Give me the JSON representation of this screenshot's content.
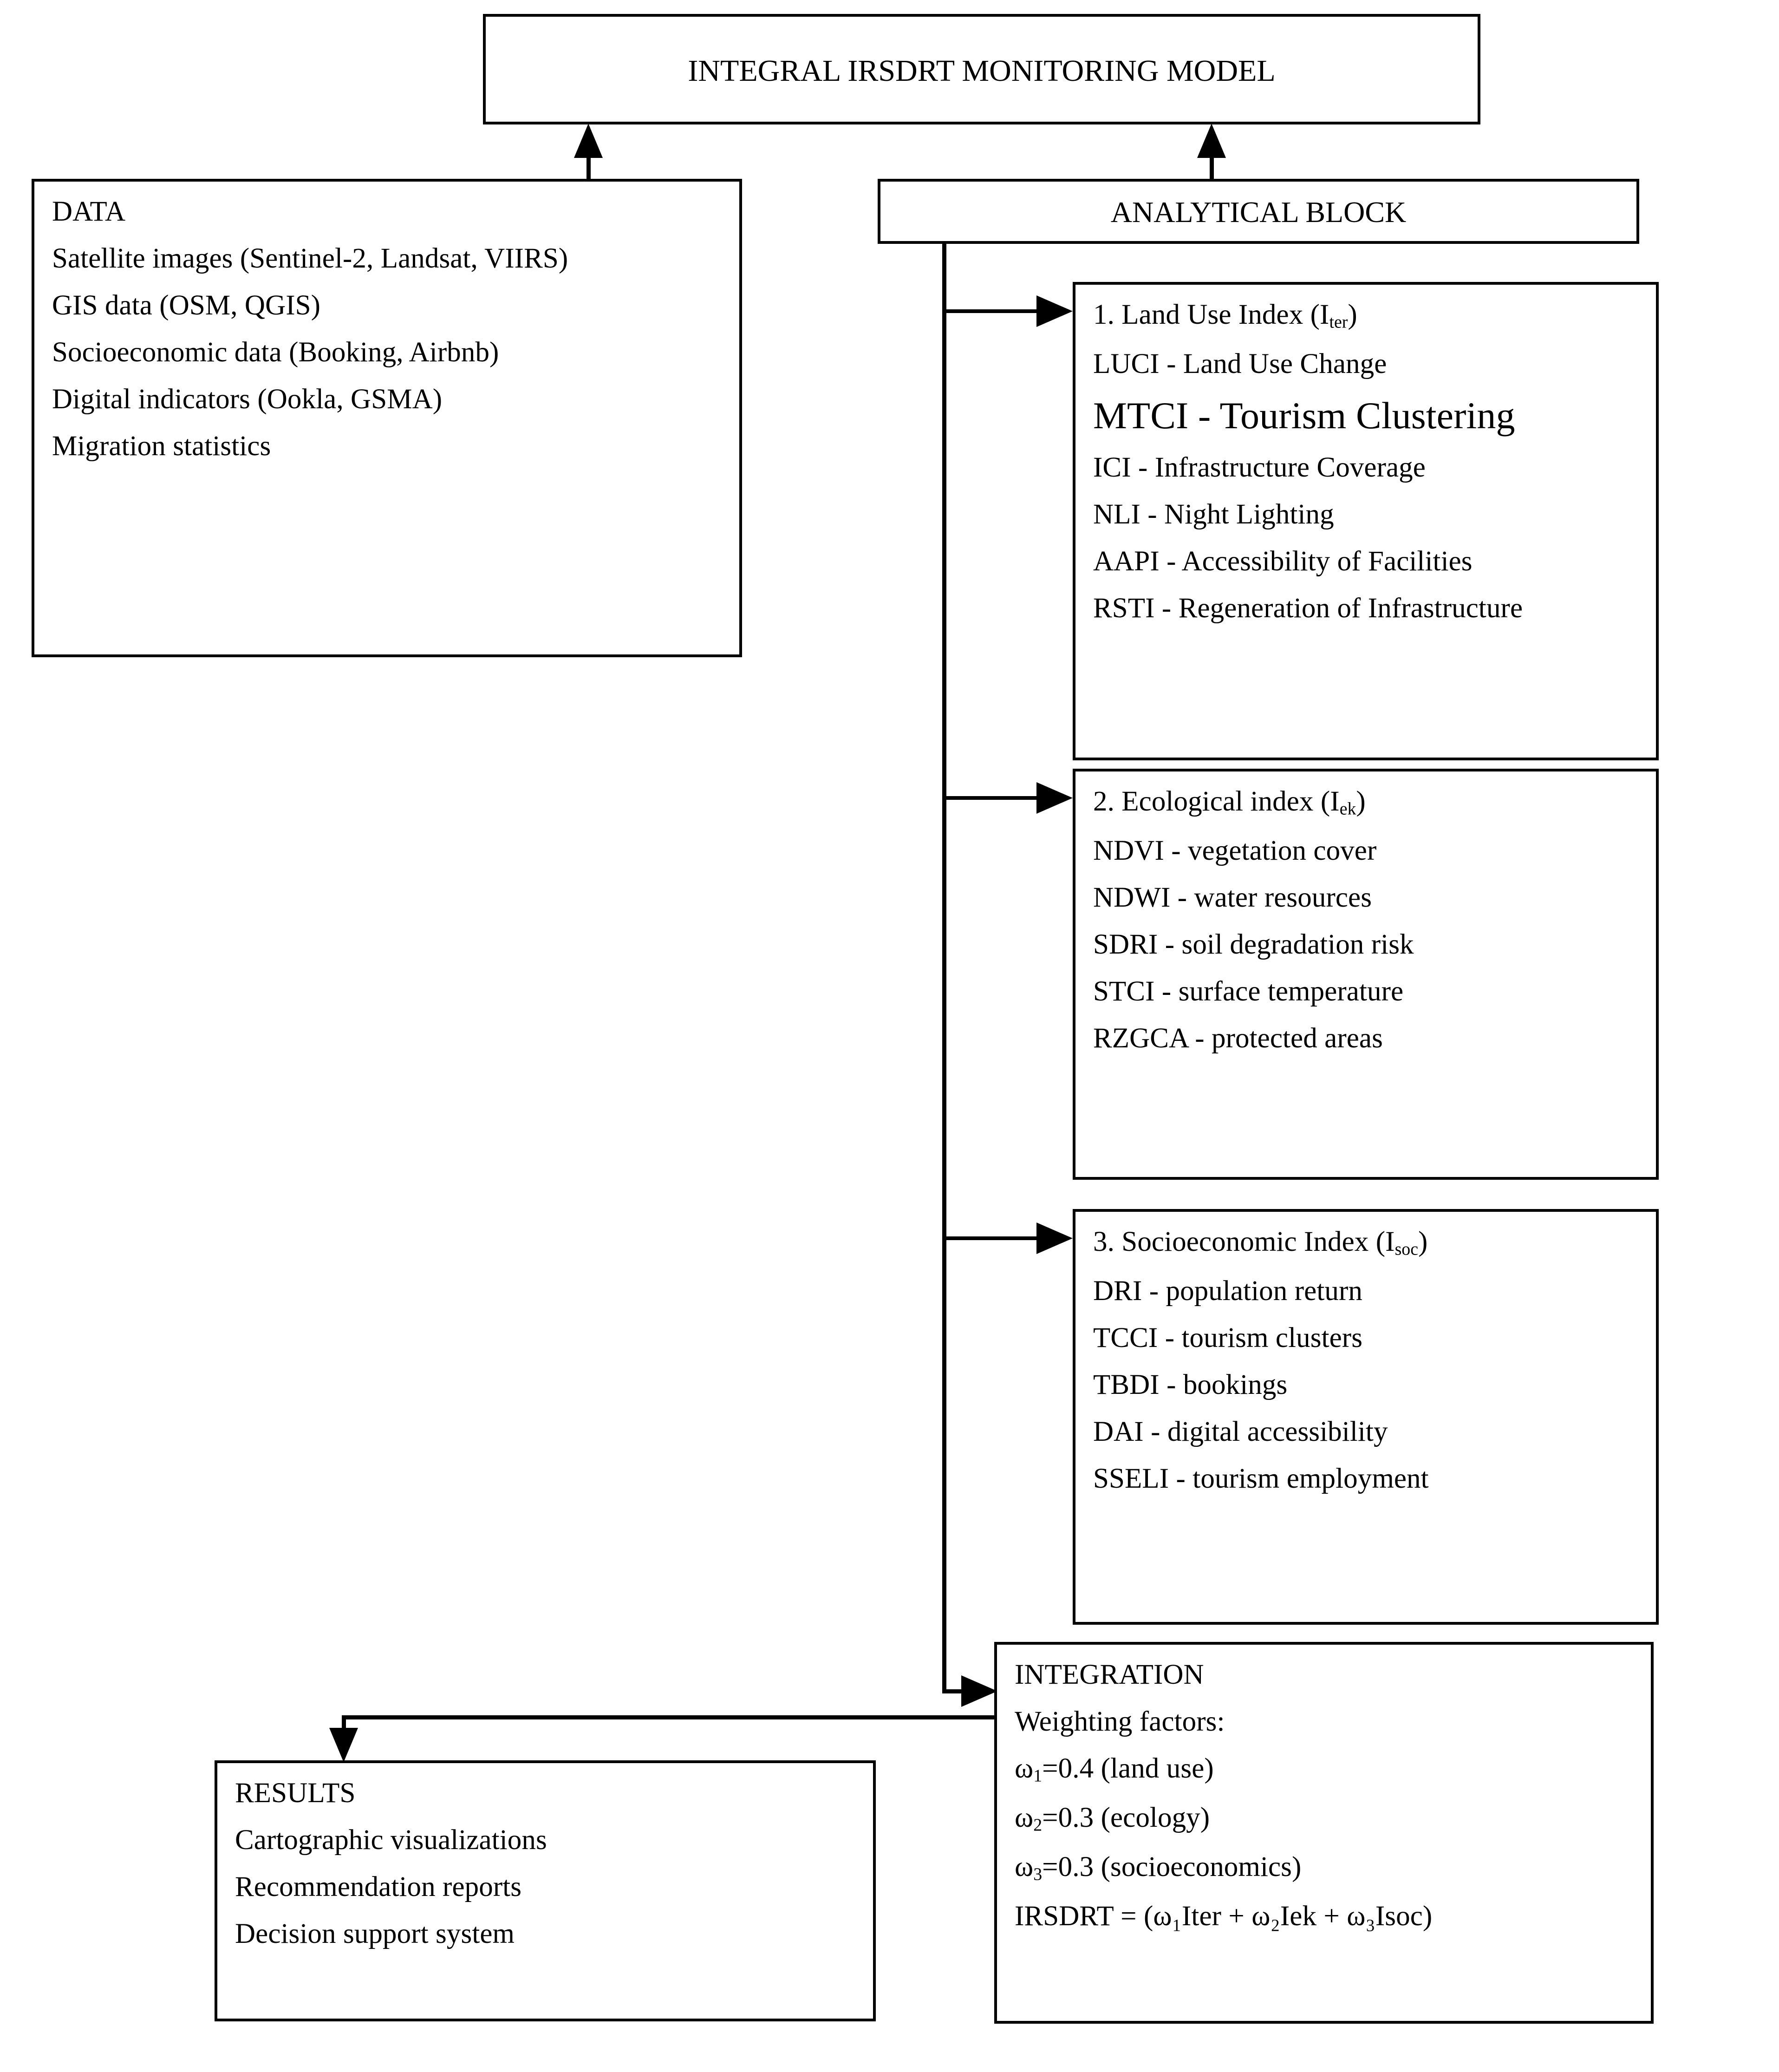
{
  "diagram": {
    "title_box": {
      "label": "INTEGRAL IRSDRT MONITORING MODEL"
    },
    "data_box": {
      "heading": "DATA",
      "items": [
        "Satellite images (Sentinel-2, Landsat, VIIRS)",
        "GIS data (OSM, QGIS)",
        "Socioeconomic data (Booking, Airbnb)",
        "Digital indicators (Ookla, GSMA)",
        "Migration statistics"
      ]
    },
    "analytical_block": {
      "label": "ANALYTICAL BLOCK"
    },
    "index_land_use": {
      "heading_prefix": "1. Land Use Index (I",
      "heading_sub": "ter",
      "heading_suffix": ")",
      "items": [
        "LUCI - Land Use Change",
        "MTCI - Tourism Clustering",
        "ICI - Infrastructure Coverage",
        "NLI - Night Lighting",
        "AAPI - Accessibility of Facilities",
        "RSTI - Regeneration of Infrastructure"
      ],
      "emphasized_item_index": 1
    },
    "index_ecological": {
      "heading_prefix": "2. Ecological index (I",
      "heading_sub": "ek",
      "heading_suffix": ")",
      "items": [
        "NDVI - vegetation cover",
        "NDWI - water resources",
        "SDRI - soil degradation risk",
        "STCI - surface temperature",
        "RZGCA - protected areas"
      ]
    },
    "index_socioeconomic": {
      "heading_prefix": "3. Socioeconomic Index (I",
      "heading_sub": "soc",
      "heading_suffix": ")",
      "items": [
        "DRI - population return",
        "TCCI - tourism clusters",
        "TBDI - bookings",
        "DAI - digital accessibility",
        "SSELI - tourism employment"
      ]
    },
    "integration_box": {
      "heading": "INTEGRATION",
      "subheading": "Weighting factors:",
      "weights": [
        {
          "symbol": "ω",
          "subscript": "1",
          "text": "=0.4 (land use)"
        },
        {
          "symbol": "ω",
          "subscript": "2",
          "text": "=0.3 (ecology)"
        },
        {
          "symbol": "ω",
          "subscript": "3",
          "text": "=0.3 (socioeconomics)"
        }
      ],
      "formula": "IRSDRT = (ω₁Iter + ω₂Iek + ω₃Isoc)"
    },
    "results_box": {
      "heading": "RESULTS",
      "items": [
        "Cartographic visualizations",
        "Recommendation reports",
        "Decision support system"
      ]
    },
    "colors": {
      "stroke": "#000000",
      "background": "#ffffff"
    }
  }
}
